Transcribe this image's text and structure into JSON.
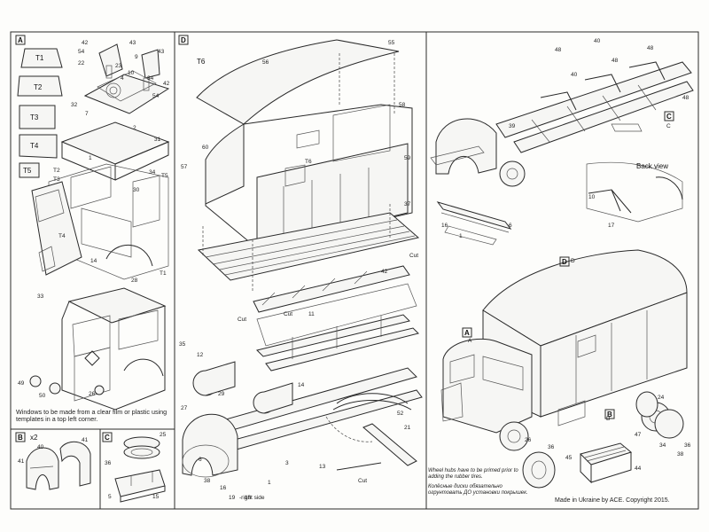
{
  "sections": {
    "A": "A",
    "B": "B",
    "B_qty": "x2",
    "C": "C",
    "D": "D"
  },
  "templates": [
    "T1",
    "T2",
    "T3",
    "T4",
    "T5"
  ],
  "t6": "T6",
  "notes": {
    "windows": "Windows to be made from a clear film or plastic using templates in a top left corner.",
    "wheel_hubs_en": "Wheel hubs have to be primed prior to adding the rubber tires.",
    "wheel_hubs_ru": "Колёсные диски обязательно огрунтовать ДО установки покрышек.",
    "copyright": "Made in Ukraine by ACE. Copyright 2015.",
    "back_view": "Back view",
    "right_side": "-right side"
  },
  "cut_labels": [
    "Cut",
    "Cut",
    "Cut",
    "Cut"
  ],
  "part_numbers": {
    "a": [
      "42",
      "43",
      "54",
      "22",
      "9",
      "23",
      "4",
      "10",
      "34",
      "43",
      "42",
      "54",
      "32",
      "7",
      "2",
      "31",
      "1",
      "T2",
      "T3",
      "30",
      "34",
      "T5",
      "T4",
      "14",
      "28",
      "T1",
      "33",
      "49",
      "50",
      "26"
    ],
    "b": [
      "41",
      "41",
      "40"
    ],
    "c": [
      "25",
      "36",
      "5",
      "15"
    ],
    "d": [
      "55",
      "56",
      "58",
      "60",
      "57",
      "T6",
      "59",
      "37",
      "42",
      "11",
      "35",
      "12",
      "29",
      "14",
      "27",
      "52",
      "21",
      "13",
      "3",
      "38",
      "16",
      "18",
      "19",
      "1",
      "6",
      "48",
      "40",
      "48",
      "40",
      "48",
      "48",
      "C",
      "10",
      "17",
      "16",
      "39",
      "1",
      "6",
      "D",
      "A",
      "24",
      "26",
      "34",
      "47",
      "36",
      "36",
      "B",
      "45",
      "44",
      "38"
    ]
  },
  "callouts": {
    "c_right": "C",
    "b_right": "B",
    "a_right": "A",
    "d_right": "D"
  }
}
